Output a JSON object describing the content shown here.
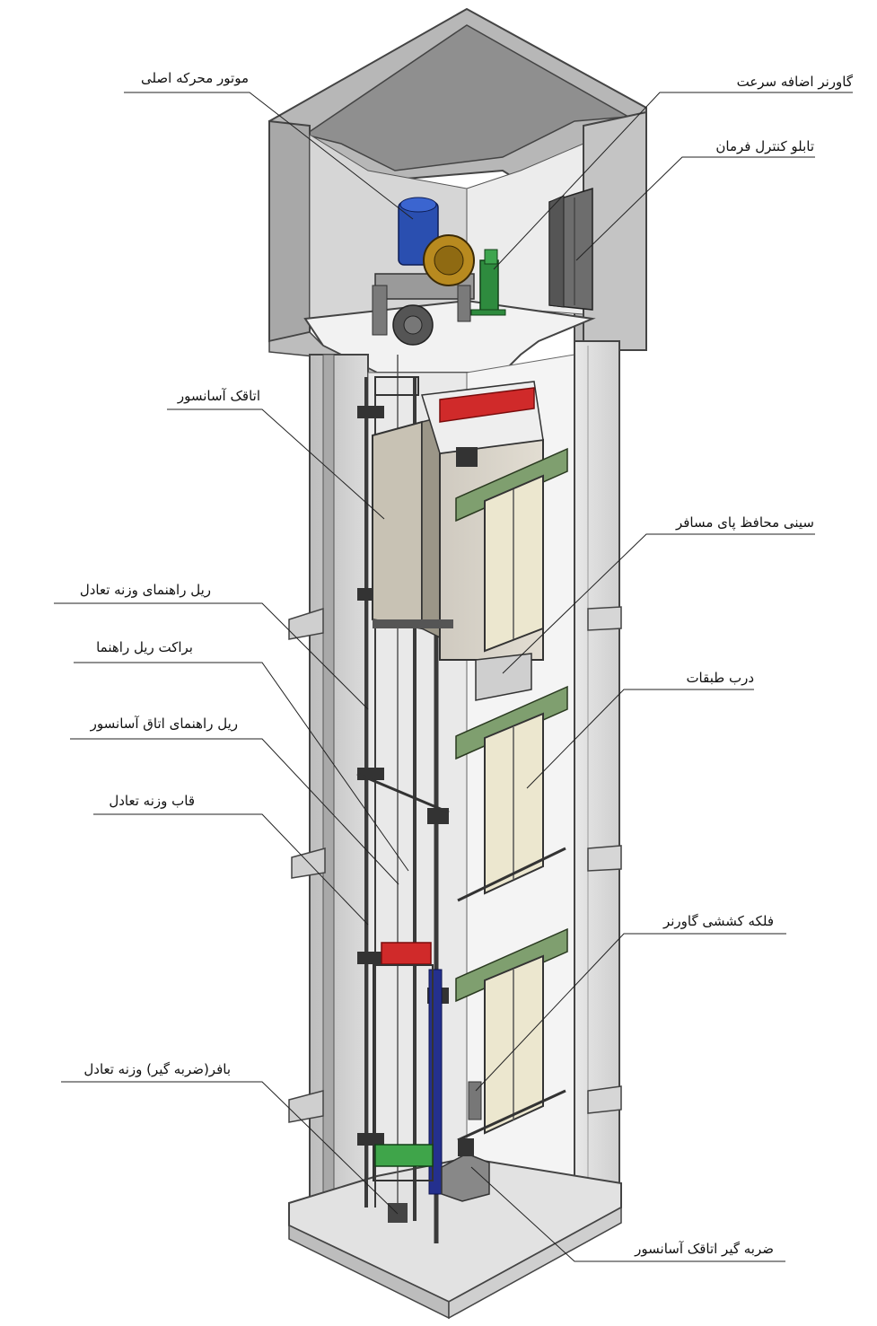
{
  "labels": {
    "main_motor": "موتور محرکه اصلی",
    "overspeed_governor": "گاورنر اضافه سرعت",
    "control_panel": "تابلو کنترل فرمان",
    "elevator_car": "اتاقک آسانسور",
    "toe_guard": "سینی محافظ پای مسافر",
    "counterweight_guide_rail": "ریل راهنمای وزنه تعادل",
    "guide_rail_bracket": "براکت ریل راهنما",
    "car_guide_rail": "ریل راهنمای اتاق آسانسور",
    "landing_door": "درب طبقات",
    "counterweight_frame": "قاب وزنه تعادل",
    "governor_tension_pulley": "فلکه کششی گاورنر",
    "counterweight_buffer": "بافر(ضربه گیر) وزنه تعادل",
    "car_buffer": "ضربه گیر اتاقک آسانسور"
  },
  "colors": {
    "concrete_light": "#e6e6e6",
    "concrete_mid": "#c9c9c9",
    "concrete_dark": "#9d9d9d",
    "motor_blue": "#2a4fb0",
    "governor_green": "#2e8b3e",
    "sheave_gold": "#b88a1f",
    "beam_red": "#d02a2a",
    "door_cream": "#ece7cf",
    "header_green": "#7f9f6f",
    "rail_dark": "#3a3a3a",
    "counterweight_blue": "#24308e"
  }
}
